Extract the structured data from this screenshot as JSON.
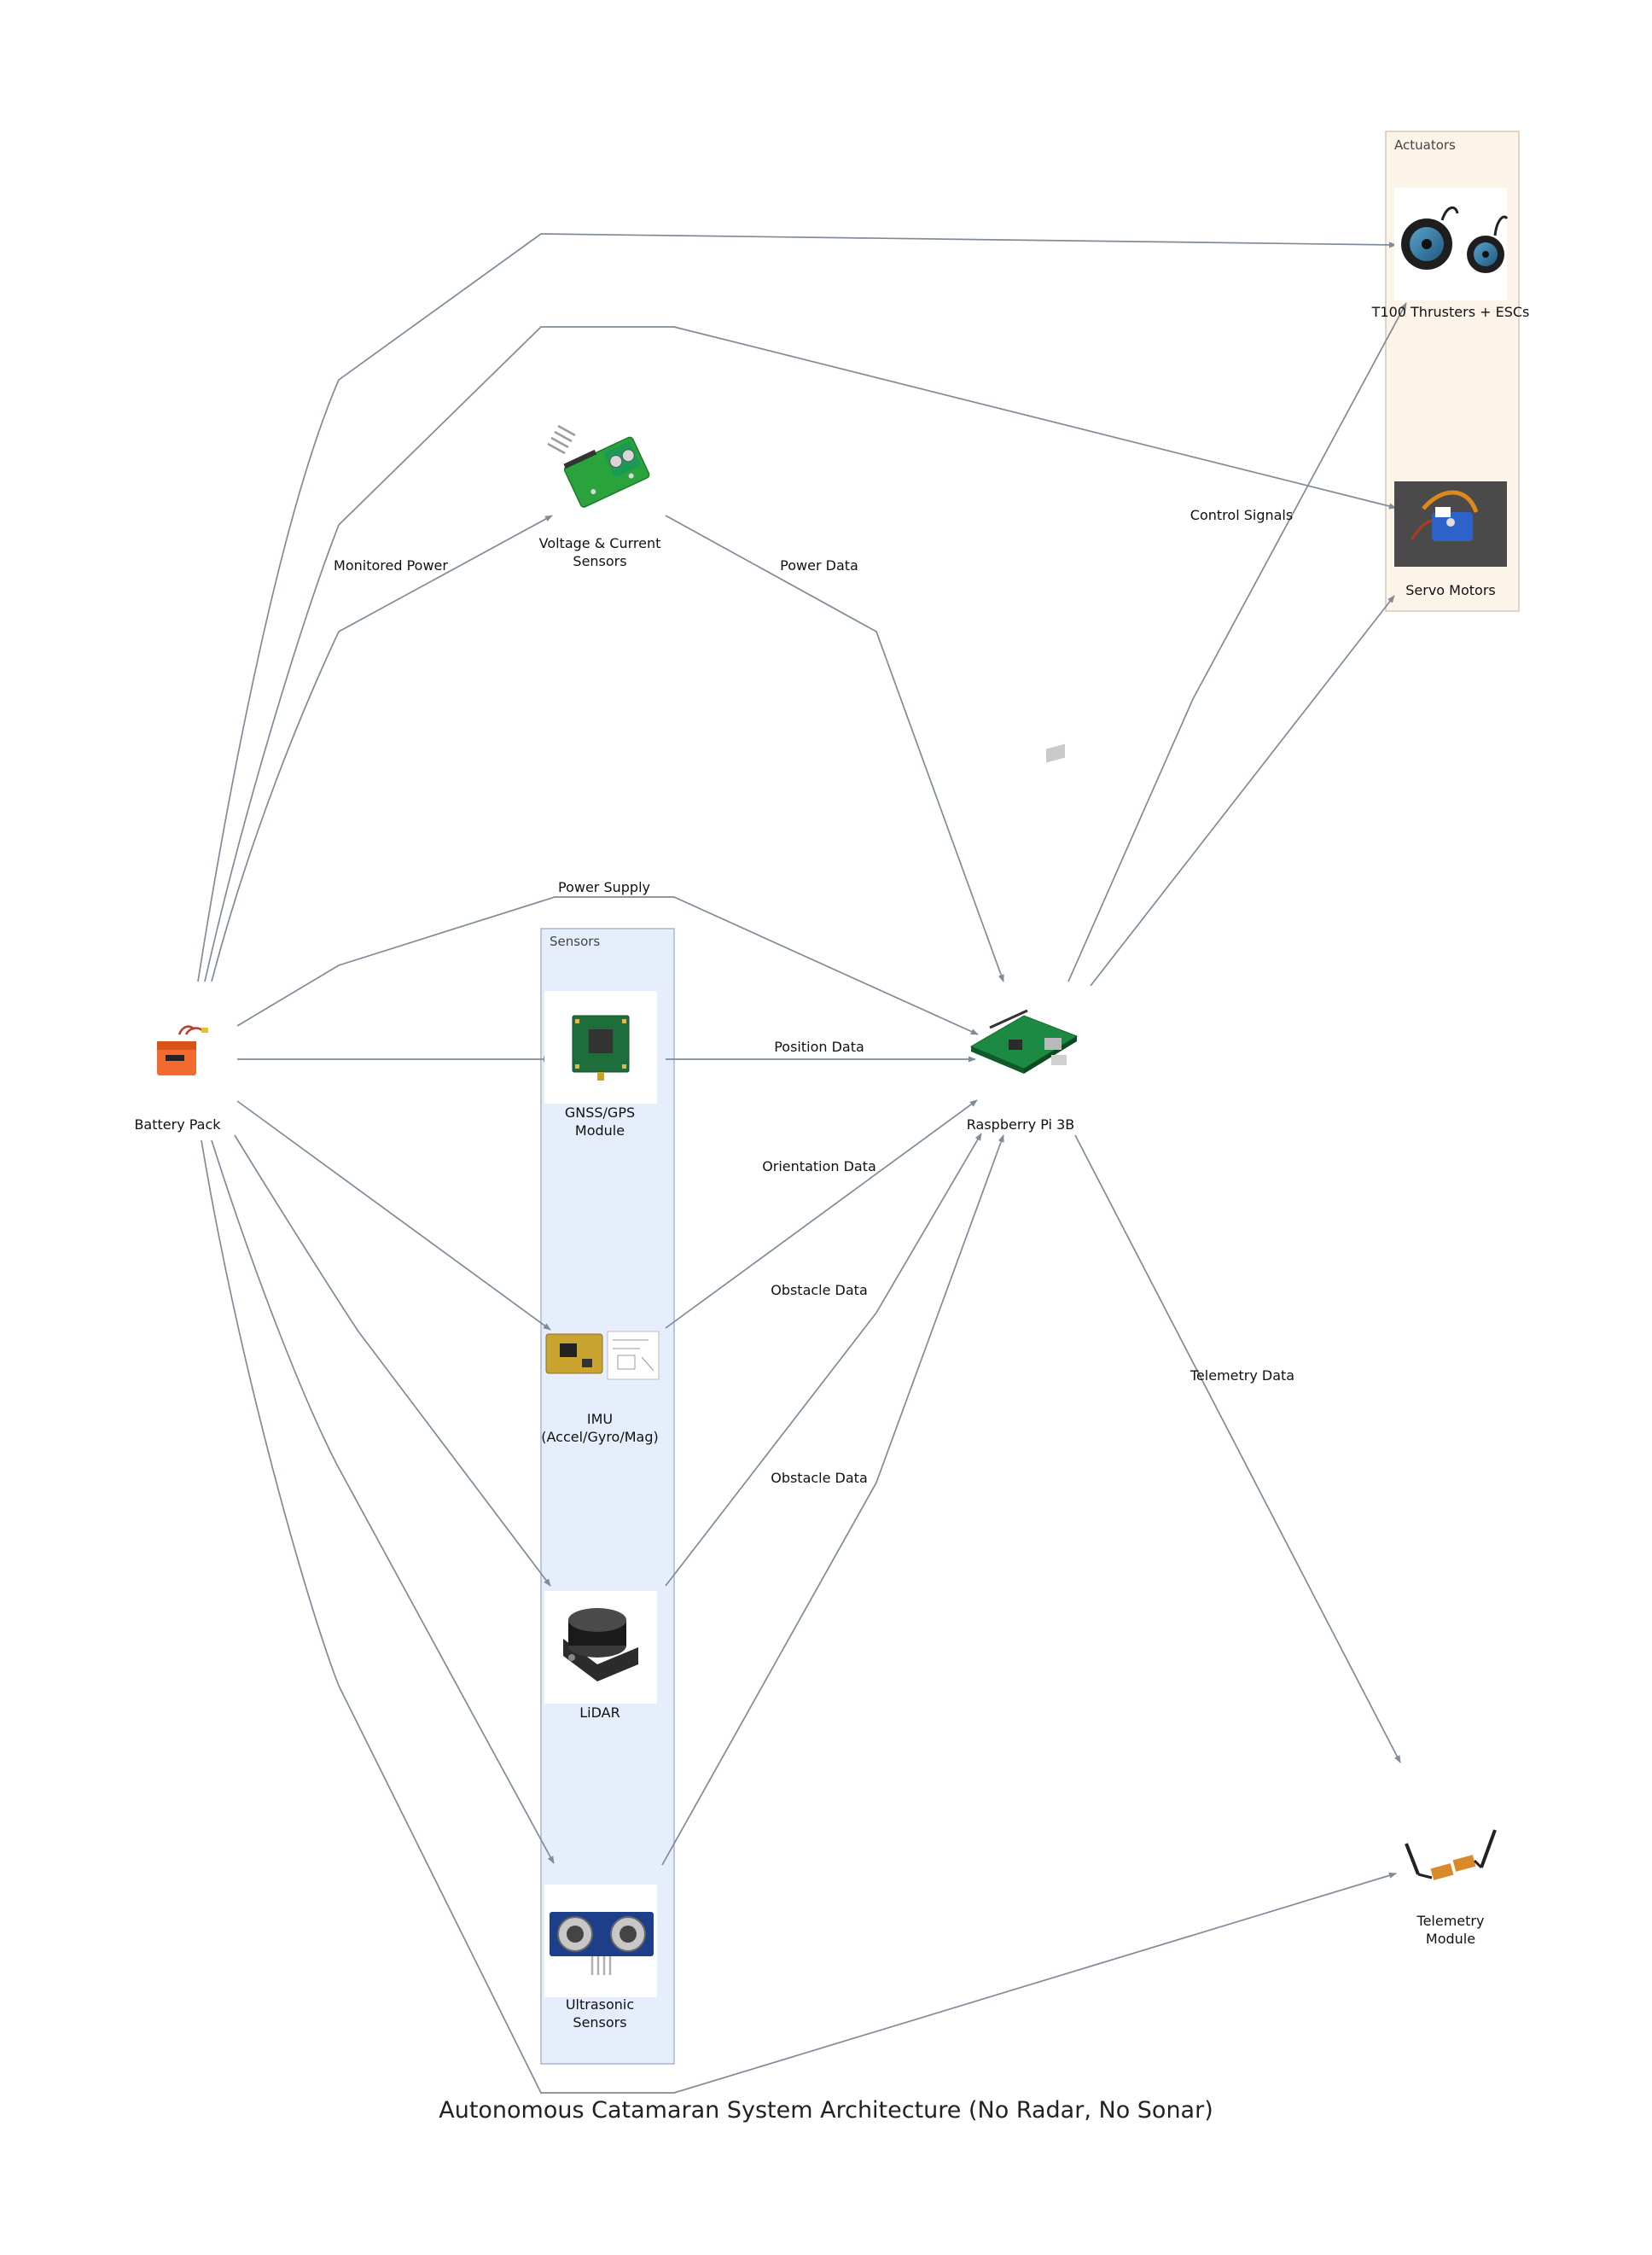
{
  "title": "Autonomous Catamaran System Architecture (No Radar, No Sonar)",
  "clusters": {
    "actuators": {
      "title": "Actuators",
      "fill": "#fdf4e9",
      "stroke": "#d9c6b4"
    },
    "sensors": {
      "title": "Sensors",
      "fill": "#e7eefb",
      "stroke": "#a8b6cf"
    }
  },
  "nodes": {
    "battery": {
      "label": [
        "Battery Pack"
      ],
      "icon": "lipo-battery-icon"
    },
    "power_sensors": {
      "label": [
        "Voltage & Current",
        "Sensors"
      ],
      "icon": "power-sensor-board-icon"
    },
    "gnss": {
      "label": [
        "GNSS/GPS",
        "Module"
      ],
      "icon": "gnss-module-icon"
    },
    "imu": {
      "label": [
        "IMU",
        "(Accel/Gyro/Mag)"
      ],
      "icon": "imu-board-icon"
    },
    "lidar": {
      "label": [
        "LiDAR"
      ],
      "icon": "lidar-sensor-icon"
    },
    "ultrasonic": {
      "label": [
        "Ultrasonic",
        "Sensors"
      ],
      "icon": "ultrasonic-sensor-icon"
    },
    "rpi": {
      "label": [
        "Raspberry Pi 3B"
      ],
      "icon": "raspberry-pi-icon"
    },
    "thrusters": {
      "label": [
        "T100 Thrusters + ESCs"
      ],
      "icon": "thruster-icon"
    },
    "servos": {
      "label": [
        "Servo Motors"
      ],
      "icon": "servo-motor-icon"
    },
    "telemetry": {
      "label": [
        "Telemetry",
        "Module"
      ],
      "icon": "telemetry-radio-icon"
    }
  },
  "edge_labels": {
    "monitored_power": "Monitored Power",
    "power_data": "Power Data",
    "control_signals": "Control Signals",
    "power_supply": "Power Supply",
    "position_data": "Position Data",
    "orientation_data": "Orientation Data",
    "obstacle_data_1": "Obstacle Data",
    "obstacle_data_2": "Obstacle Data",
    "telemetry_data": "Telemetry Data"
  },
  "colors": {
    "edge": "#7f8b98"
  }
}
